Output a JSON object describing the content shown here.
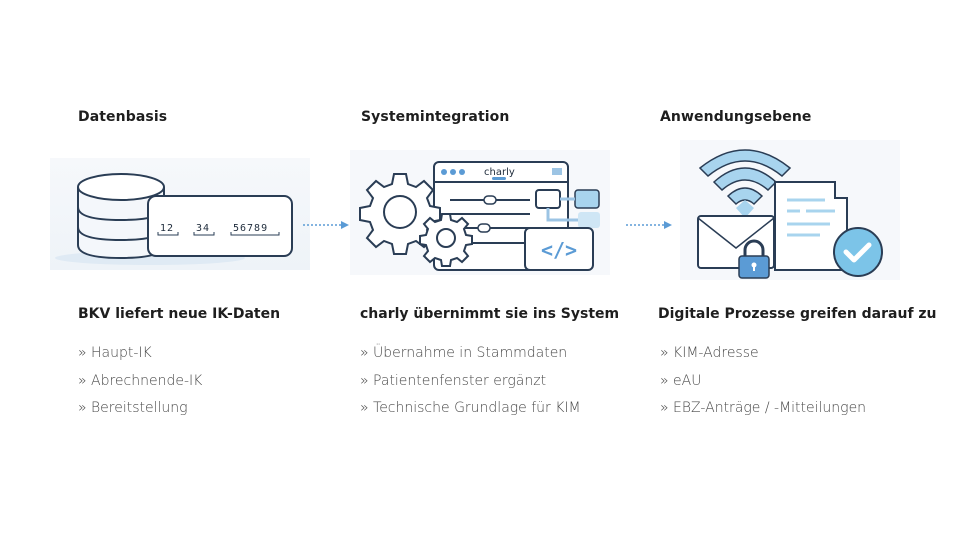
{
  "colors": {
    "stroke": "#2a3d55",
    "accent": "#5b9bd5",
    "light_accent": "#a8d4ee",
    "text": "#1e1e1e",
    "bullet_text": "#4a4a4a"
  },
  "columns": [
    {
      "heading": "Datenbasis",
      "illustration": "database-icon",
      "ik_number": {
        "part1": "12",
        "part2": "34",
        "part3": "56789"
      },
      "subtitle": "BKV liefert neue IK-Daten",
      "bullets": [
        "» Haupt-IK",
        "» Abrechnende-IK",
        "» Bereitstellung"
      ]
    },
    {
      "heading": "Systemintegration",
      "illustration": "gears-window-icon",
      "window_title": "charly",
      "subtitle": "charly übernimmt sie ins System",
      "bullets": [
        "» Übernahme in Stammdaten",
        "» Patientenfenster ergänzt",
        "» Technische Grundlage für KIM"
      ]
    },
    {
      "heading": "Anwendungsebene",
      "illustration": "secure-mail-document-icon",
      "subtitle": "Digitale Prozesse greifen darauf zu",
      "bullets": [
        "» KIM-Adresse",
        "» eAU",
        "» EBZ-Anträge / -Mitteilungen"
      ]
    }
  ]
}
